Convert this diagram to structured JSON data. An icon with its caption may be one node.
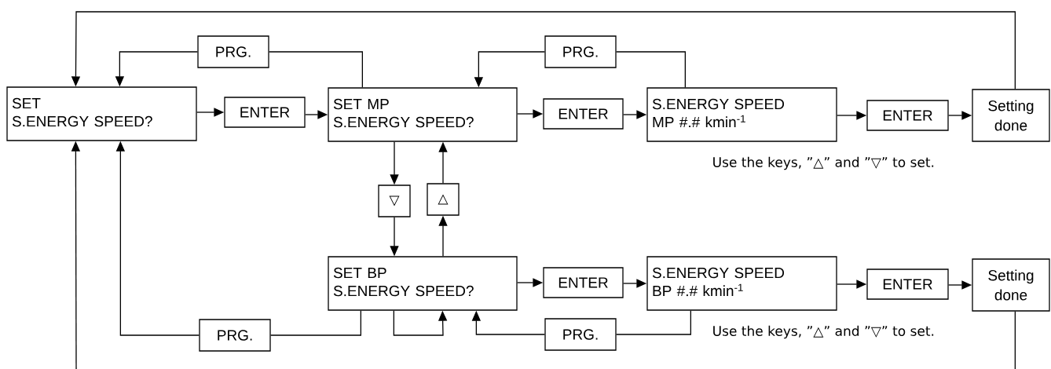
{
  "diagram": {
    "nodes": [
      {
        "text": [
          "SET",
          "S.ENERGY SPEED?"
        ]
      },
      {
        "text": [
          "ENTER"
        ]
      },
      {
        "text": [
          "SET MP",
          "S.ENERGY SPEED?"
        ]
      },
      {
        "text": [
          "ENTER"
        ]
      },
      {
        "text": [
          "S.ENERGY SPEED",
          "MP #.# kmin$^{-1}$"
        ]
      },
      {
        "text": [
          "ENTER"
        ]
      },
      {
        "text": [
          "Setting done"
        ]
      },
      {
        "text": [
          "PRG."
        ]
      },
      {
        "text": [
          "PRG."
        ]
      },
      {
        "text": [
          "▽"
        ]
      },
      {
        "text": [
          "△"
        ]
      },
      {
        "text": [
          "SET BP",
          "S.ENERGY SPEED?"
        ]
      },
      {
        "text": [
          "ENTER"
        ]
      },
      {
        "text": [
          "S.ENERGY SPEED",
          "BP #.# kmin$^{-1}$"
        ]
      },
      {
        "text": [
          "ENTER"
        ]
      },
      {
        "text": [
          "Setting done"
        ]
      },
      {
        "text": [
          "PRG."
        ]
      },
      {
        "text": [
          "PRG."
        ]
      }
    ],
    "edges": [
      {
        "from": 0,
        "to": 1,
        "arrow": "to"
      },
      {
        "from": 1,
        "to": 2,
        "arrow": "to"
      },
      {
        "from": 2,
        "to": 3,
        "arrow": "to"
      },
      {
        "from": 3,
        "to": 4,
        "arrow": "to"
      },
      {
        "from": 4,
        "to": 5,
        "arrow": "to"
      },
      {
        "from": 5,
        "to": 6,
        "arrow": "to"
      },
      {
        "from": 6,
        "to": 0,
        "arrow": "to"
      },
      {
        "from": 2,
        "to": 7,
        "arrow": "none"
      },
      {
        "from": 7,
        "to": 0,
        "arrow": "to"
      },
      {
        "from": 4,
        "to": 8,
        "arrow": "none"
      },
      {
        "from": 8,
        "to": 2,
        "arrow": "to"
      },
      {
        "from": 2,
        "to": 9,
        "arrow": "to"
      },
      {
        "from": 9,
        "to": 11,
        "arrow": "to"
      },
      {
        "from": 11,
        "to": 10,
        "arrow": "to"
      },
      {
        "from": 10,
        "to": 2,
        "arrow": "to"
      },
      {
        "from": 11,
        "to": 12,
        "arrow": "to"
      },
      {
        "from": 12,
        "to": 13,
        "arrow": "to"
      },
      {
        "from": 13,
        "to": 14,
        "arrow": "to"
      },
      {
        "from": 14,
        "to": 15,
        "arrow": "to"
      },
      {
        "from": 11,
        "to": 16,
        "arrow": "none"
      },
      {
        "from": 16,
        "to": 0,
        "arrow": "to"
      },
      {
        "from": 11,
        "to": 11,
        "arrow": "to"
      },
      {
        "from": 13,
        "to": 17,
        "arrow": "none"
      },
      {
        "from": 17,
        "to": 11,
        "arrow": "to"
      },
      {
        "from": 15,
        "to": null,
        "arrow": "none"
      },
      {
        "from": null,
        "to": 0,
        "arrow": "to"
      }
    ],
    "labels": [
      "Use the keys, ”△” and ”▽” to set.",
      "Use the keys, ”△” and ”▽” to set."
    ]
  }
}
